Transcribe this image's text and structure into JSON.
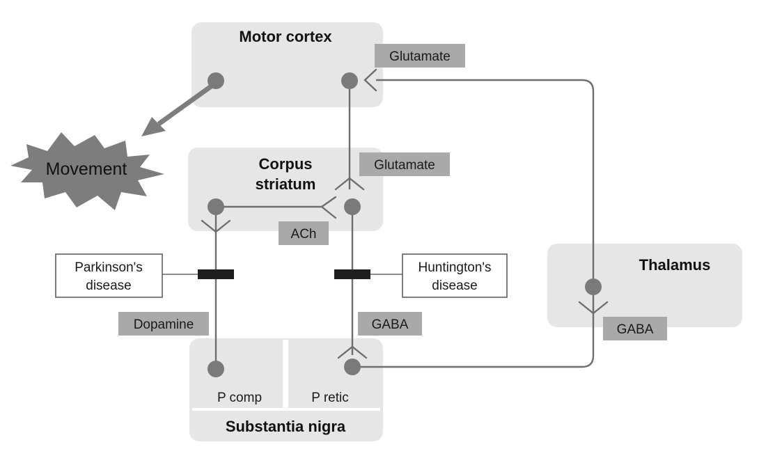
{
  "regions": {
    "motor_cortex": "Motor cortex",
    "corpus_striatum_line1": "Corpus",
    "corpus_striatum_line2": "striatum",
    "thalamus": "Thalamus",
    "substantia_nigra": "Substantia nigra",
    "p_comp": "P comp",
    "p_retic": "P retic"
  },
  "output": "Movement",
  "neurotransmitters": {
    "cortex_thalamus": "Glutamate",
    "cortex_striatum": "Glutamate",
    "ach": "ACh",
    "dopamine": "Dopamine",
    "gaba_striatal": "GABA",
    "gaba_thalamic": "GABA"
  },
  "diseases": {
    "parkinsons_line1": "Parkinson's",
    "parkinsons_line2": "disease",
    "huntingtons_line1": "Huntington's",
    "huntingtons_line2": "disease"
  },
  "colors": {
    "region_fill": "#e6e6e6",
    "label_fill": "#a9a9a9",
    "pathway": "#6e6e6e",
    "lesion": "#1e1e1e"
  }
}
